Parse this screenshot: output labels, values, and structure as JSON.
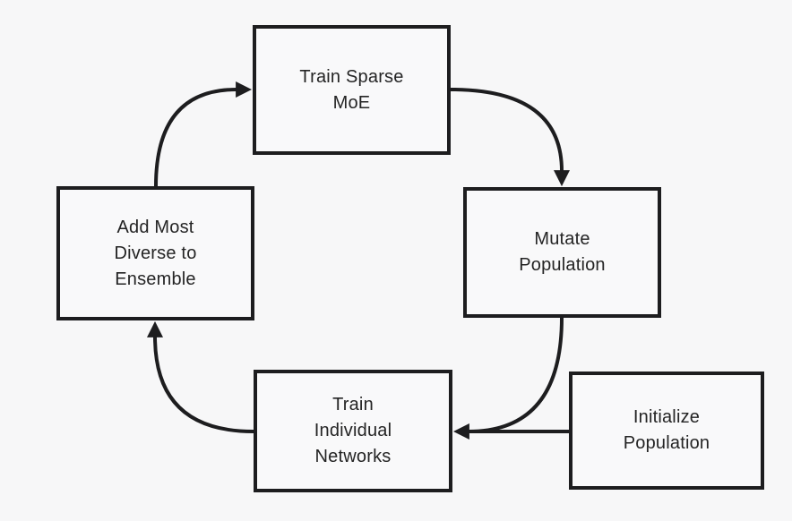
{
  "colors": {
    "background": "#f7f7f8",
    "box_fill": "#f9f9fa",
    "stroke": "#1d1d1f",
    "text": "#242424"
  },
  "nodes": {
    "train_sparse_moe": {
      "label": "Train Sparse MoE",
      "lines": [
        "Train Sparse",
        "MoE"
      ]
    },
    "mutate_population": {
      "label": "Mutate Population",
      "lines": [
        "Mutate",
        "Population"
      ]
    },
    "add_most_diverse": {
      "label": "Add Most Diverse to Ensemble",
      "lines": [
        "Add Most",
        "Diverse to",
        "Ensemble"
      ]
    },
    "train_individual_networks": {
      "label": "Train Individual Networks",
      "lines": [
        "Train",
        "Individual",
        "Networks"
      ]
    },
    "initialize_population": {
      "label": "Initialize Population",
      "lines": [
        "Initialize",
        "Population"
      ]
    }
  },
  "edges": [
    {
      "from": "add_most_diverse",
      "to": "train_sparse_moe"
    },
    {
      "from": "train_sparse_moe",
      "to": "mutate_population"
    },
    {
      "from": "mutate_population",
      "to": "train_individual_networks"
    },
    {
      "from": "initialize_population",
      "to": "train_individual_networks"
    },
    {
      "from": "train_individual_networks",
      "to": "add_most_diverse"
    }
  ]
}
